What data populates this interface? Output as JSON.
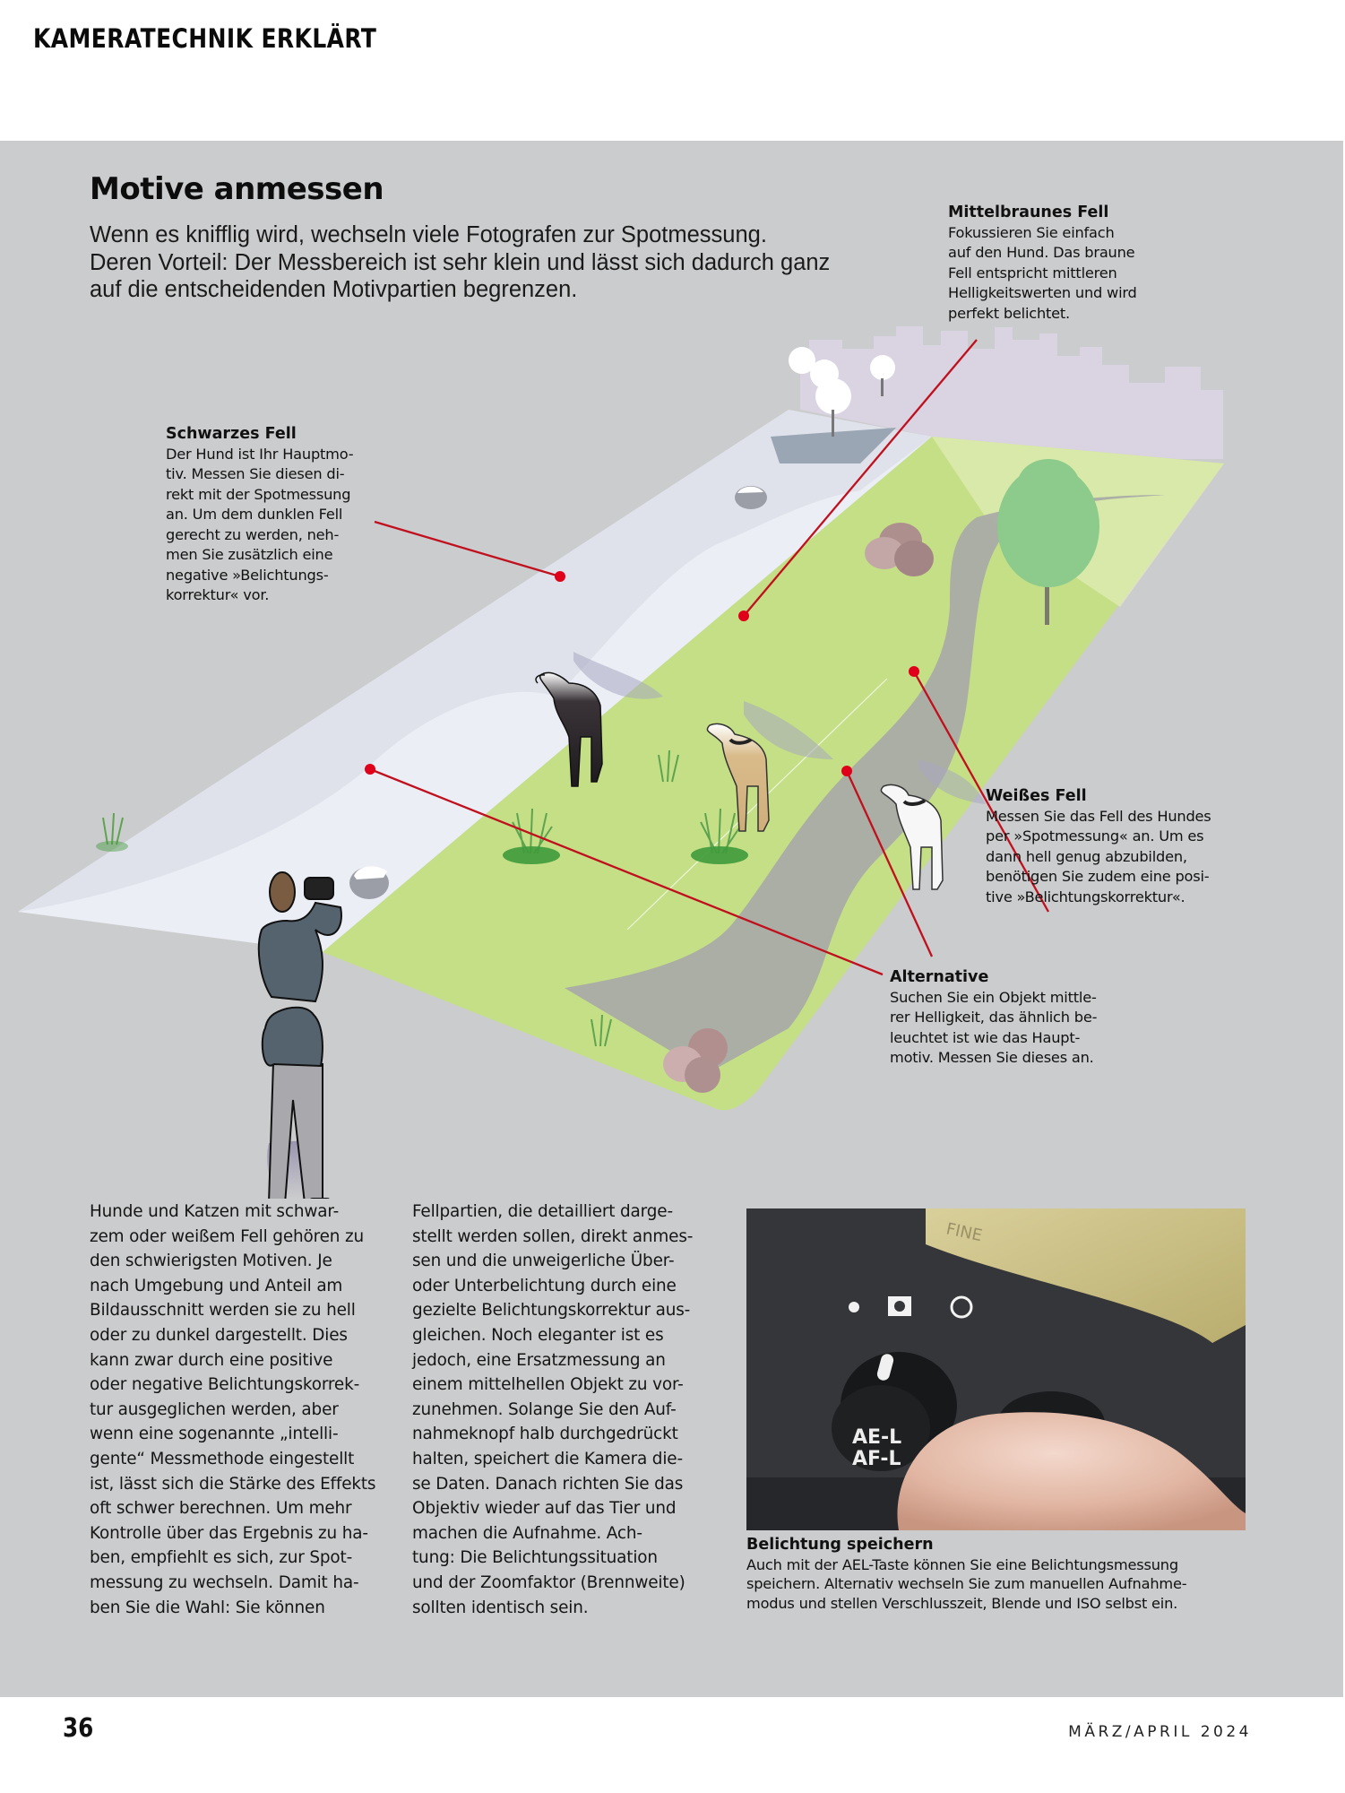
{
  "header": {
    "section": "KAMERATECHNIK ERKLÄRT"
  },
  "article": {
    "title": "Motive anmessen",
    "lead": "Wenn es knifflig wird, wechseln viele Fotografen zur Spotmessung. Deren Vorteil: Der Messbereich ist sehr klein und lässt sich dadurch ganz auf die entscheidenden Motivpartien begrenzen."
  },
  "illustration": {
    "colors": {
      "panel": "#cbcccd",
      "snow": "#eeeff5",
      "grass": "#c3df86",
      "path": "#a9aaa8",
      "skyline": "#d8d2e0",
      "tree": "#8dc98b",
      "leader_line": "#c0101e"
    },
    "callouts": [
      {
        "id": "mittelbraunes-fell",
        "heading": "Mittelbraunes Fell",
        "text": "Fokussieren Sie einfach\nauf den Hund. Das braune\nFell entspricht mittleren\nHelligkeitswerten und wird\nperfekt belichtet."
      },
      {
        "id": "schwarzes-fell",
        "heading": "Schwarzes Fell",
        "text": "Der Hund ist Ihr Hauptmo-\ntiv. Messen Sie diesen di-\nrekt mit der Spotmessung\nan. Um dem dunklen Fell\ngerecht zu werden, neh-\nmen Sie zusätzlich eine\nnegative »Belichtungs-\nkorrektur« vor."
      },
      {
        "id": "weisses-fell",
        "heading": "Weißes Fell",
        "text": "Messen Sie das Fell des Hundes\nper »Spotmessung« an. Um es\ndann hell genug abzubilden,\nbenötigen Sie zudem eine posi-\ntive »Belichtungskorrektur«."
      },
      {
        "id": "alternative",
        "heading": "Alternative",
        "text": "Suchen Sie ein Objekt mittle-\nrer Helligkeit, das ähnlich be-\nleuchtet ist wie das Haupt-\nmotiv. Messen Sie dieses an."
      }
    ]
  },
  "body": {
    "column_1": "Hunde und Katzen mit schwar-\nzem oder weißem Fell gehören zu\nden schwierigsten Motiven. Je\nnach Umgebung und Anteil am\nBildausschnitt werden sie zu hell\noder zu dunkel dargestellt. Dies\nkann zwar durch eine positive\noder negative Belichtungskorrek-\ntur ausgeglichen werden, aber\nwenn eine sogenannte „intelli-\ngente“ Messmethode eingestellt\nist, lässt sich die Stärke des Effekts\noft schwer berechnen. Um mehr\nKontrolle über das Ergebnis zu ha-\nben, empfiehlt es sich, zur Spot-\nmessung zu wechseln. Damit ha-\nben Sie die Wahl: Sie können",
    "column_2": "Fellpartien, die detailliert darge-\nstellt werden sollen, direkt anmes-\nsen und die unweigerliche Über-\noder Unterbelichtung durch eine\ngezielte Belichtungskorrektur aus-\ngleichen. Noch eleganter ist es\njedoch, eine Ersatzmessung an\neinem mittelhellen Objekt zu vor-\nzunehmen. Solange Sie den Auf-\nnahmeknopf halb durchgedrückt\nhalten, speichert die Kamera die-\nse Daten. Danach richten Sie das\nObjektiv wieder auf das Tier und\nmachen die Aufnahme. Ach-\ntung: Die Belichtungssituation\nund der Zoomfaktor (Brennweite)\nsollten identisch sein."
  },
  "photo": {
    "lcd_text": "FINE",
    "button_label_1": "AE-L",
    "button_label_2": "AF-L",
    "caption_heading": "Belichtung speichern",
    "caption_text": "Auch mit der AEL-Taste können Sie eine Belichtungsmessung\nspeichern. Alternativ wechseln Sie zum manuellen Aufnahme-\nmodus und stellen Verschlusszeit, Blende und ISO selbst ein."
  },
  "footer": {
    "page_number": "36",
    "issue": "MÄRZ/APRIL 2024"
  }
}
